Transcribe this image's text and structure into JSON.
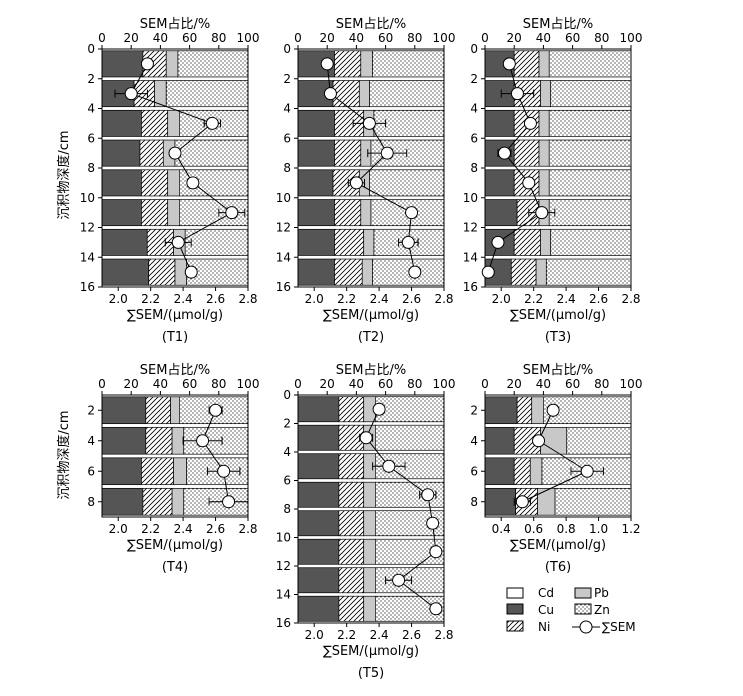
{
  "figure": {
    "y_axis_label": "沉积物深度/cm",
    "top_axis_label": "SEM占比/%",
    "bottom_axis_label": "∑SEM/(μmol/g)"
  },
  "legend": {
    "items": [
      {
        "key": "Cd",
        "label": "Cd"
      },
      {
        "key": "Pb",
        "label": "Pb"
      },
      {
        "key": "Cu",
        "label": "Cu"
      },
      {
        "key": "Zn",
        "label": "Zn"
      },
      {
        "key": "Ni",
        "label": "Ni"
      },
      {
        "key": "sem",
        "label": "∑SEM"
      }
    ]
  },
  "colors": {
    "Cu": "#555555",
    "Ni": "#ffffff",
    "Pb": "#c8c8c8",
    "Zn": "#ffffff",
    "Cd": "#ffffff"
  },
  "chart_data": [
    {
      "type": "bar",
      "id": "T1",
      "caption": "(T1)",
      "xlabel_top": "SEM占比/%",
      "xlabel_bottom": "∑SEM/(μmol/g)",
      "ylabel": "沉积物深度/cm",
      "depth_range": [
        0,
        16
      ],
      "depth_ticks": [
        0,
        2,
        4,
        6,
        8,
        10,
        12,
        14,
        16
      ],
      "percent_range": [
        0,
        100
      ],
      "percent_ticks": [
        0,
        20,
        40,
        60,
        80,
        100
      ],
      "sem_range": [
        1.9,
        2.8
      ],
      "sem_ticks": [
        2.0,
        2.2,
        2.4,
        2.6,
        2.8
      ],
      "depths": [
        1,
        3,
        5,
        7,
        9,
        11,
        13,
        15
      ],
      "series": [
        {
          "name": "Cu",
          "values": [
            28,
            22,
            27,
            26,
            27,
            27,
            31,
            32
          ]
        },
        {
          "name": "Ni",
          "values": [
            16,
            14,
            18,
            16,
            18,
            18,
            18,
            18
          ]
        },
        {
          "name": "Pb",
          "values": [
            8,
            8,
            8,
            8,
            8,
            8,
            8,
            8
          ]
        },
        {
          "name": "Zn",
          "values": [
            48,
            56,
            47,
            50,
            47,
            47,
            43,
            42
          ]
        },
        {
          "name": "Cd",
          "values": [
            0,
            0,
            0,
            0,
            0,
            0,
            0,
            0
          ]
        }
      ],
      "sem": {
        "depths": [
          1,
          3,
          5,
          7,
          9,
          11,
          13,
          15
        ],
        "values": [
          2.18,
          2.08,
          2.58,
          2.35,
          2.46,
          2.7,
          2.37,
          2.45
        ],
        "errors": [
          0.03,
          0.1,
          0.05,
          0.03,
          0.02,
          0.08,
          0.08,
          0.03
        ]
      }
    },
    {
      "type": "bar",
      "id": "T2",
      "caption": "(T2)",
      "xlabel_top": "SEM占比/%",
      "xlabel_bottom": "∑SEM/(μmol/g)",
      "depth_range": [
        0,
        16
      ],
      "depth_ticks": [
        0,
        2,
        4,
        6,
        8,
        10,
        12,
        14,
        16
      ],
      "percent_range": [
        0,
        100
      ],
      "percent_ticks": [
        0,
        20,
        40,
        60,
        80,
        100
      ],
      "sem_range": [
        1.9,
        2.8
      ],
      "sem_ticks": [
        2.0,
        2.2,
        2.4,
        2.6,
        2.8
      ],
      "depths": [
        1,
        3,
        5,
        7,
        9,
        11,
        13,
        15
      ],
      "series": [
        {
          "name": "Cu",
          "values": [
            25,
            24,
            25,
            25,
            24,
            25,
            25,
            25
          ]
        },
        {
          "name": "Ni",
          "values": [
            18,
            18,
            20,
            18,
            18,
            18,
            20,
            19
          ]
        },
        {
          "name": "Pb",
          "values": [
            8,
            7,
            7,
            7,
            7,
            7,
            7,
            7
          ]
        },
        {
          "name": "Zn",
          "values": [
            49,
            51,
            48,
            50,
            51,
            50,
            48,
            49
          ]
        },
        {
          "name": "Cd",
          "values": [
            0,
            0,
            0,
            0,
            0,
            0,
            0,
            0
          ]
        }
      ],
      "sem": {
        "depths": [
          1,
          3,
          5,
          7,
          9,
          11,
          13,
          15
        ],
        "values": [
          2.08,
          2.1,
          2.34,
          2.45,
          2.26,
          2.6,
          2.58,
          2.62
        ],
        "errors": [
          0.02,
          0.02,
          0.1,
          0.12,
          0.05,
          0.02,
          0.06,
          0.02
        ]
      }
    },
    {
      "type": "bar",
      "id": "T3",
      "caption": "(T3)",
      "xlabel_top": "SEM占比/%",
      "xlabel_bottom": "∑SEM/(μmol/g)",
      "depth_range": [
        0,
        16
      ],
      "depth_ticks": [
        0,
        2,
        4,
        6,
        8,
        10,
        12,
        14,
        16
      ],
      "percent_range": [
        0,
        100
      ],
      "percent_ticks": [
        0,
        20,
        40,
        60,
        80,
        100
      ],
      "sem_range": [
        1.9,
        2.8
      ],
      "sem_ticks": [
        2.0,
        2.2,
        2.4,
        2.6,
        2.8
      ],
      "depths": [
        1,
        3,
        5,
        7,
        9,
        11,
        13,
        15
      ],
      "series": [
        {
          "name": "Cu",
          "values": [
            20,
            20,
            20,
            20,
            20,
            22,
            20,
            18
          ]
        },
        {
          "name": "Ni",
          "values": [
            17,
            18,
            17,
            17,
            17,
            15,
            18,
            17
          ]
        },
        {
          "name": "Pb",
          "values": [
            7,
            7,
            7,
            7,
            7,
            7,
            7,
            7
          ]
        },
        {
          "name": "Zn",
          "values": [
            56,
            55,
            56,
            56,
            56,
            56,
            55,
            58
          ]
        },
        {
          "name": "Cd",
          "values": [
            0,
            0,
            0,
            0,
            0,
            0,
            0,
            0
          ]
        }
      ],
      "sem": {
        "depths": [
          1,
          3,
          5,
          7,
          9,
          11,
          13,
          15
        ],
        "values": [
          2.05,
          2.1,
          2.18,
          2.02,
          2.17,
          2.25,
          1.98,
          1.92
        ],
        "errors": [
          0.02,
          0.1,
          0.03,
          0.04,
          0.03,
          0.08,
          0.01,
          0.01
        ]
      }
    },
    {
      "type": "bar",
      "id": "T4",
      "caption": "(T4)",
      "xlabel_top": "SEM占比/%",
      "xlabel_bottom": "∑SEM/(μmol/g)",
      "depth_range": [
        1,
        9
      ],
      "depth_ticks": [
        2,
        4,
        6,
        8
      ],
      "percent_range": [
        0,
        100
      ],
      "percent_ticks": [
        0,
        20,
        40,
        60,
        80,
        100
      ],
      "sem_range": [
        1.9,
        2.8
      ],
      "sem_ticks": [
        2.0,
        2.2,
        2.4,
        2.6,
        2.8
      ],
      "depths": [
        2,
        4,
        6,
        8
      ],
      "series": [
        {
          "name": "Cu",
          "values": [
            30,
            30,
            27,
            28
          ]
        },
        {
          "name": "Ni",
          "values": [
            17,
            18,
            22,
            20
          ]
        },
        {
          "name": "Pb",
          "values": [
            6,
            8,
            9,
            8
          ]
        },
        {
          "name": "Zn",
          "values": [
            47,
            44,
            42,
            44
          ]
        },
        {
          "name": "Cd",
          "values": [
            0,
            0,
            0,
            0
          ]
        }
      ],
      "sem": {
        "depths": [
          2,
          4,
          6,
          8
        ],
        "values": [
          2.6,
          2.52,
          2.65,
          2.68
        ],
        "errors": [
          0.04,
          0.12,
          0.1,
          0.12
        ]
      }
    },
    {
      "type": "bar",
      "id": "T5",
      "caption": "(T5)",
      "xlabel_top": "SEM占比/%",
      "xlabel_bottom": "∑SEM/(μmol/g)",
      "depth_range": [
        0,
        16
      ],
      "depth_ticks": [
        0,
        2,
        4,
        6,
        8,
        10,
        12,
        14,
        16
      ],
      "percent_range": [
        0,
        100
      ],
      "percent_ticks": [
        0,
        20,
        40,
        60,
        80,
        100
      ],
      "sem_range": [
        1.9,
        2.8
      ],
      "sem_ticks": [
        2.0,
        2.2,
        2.4,
        2.6,
        2.8
      ],
      "depths": [
        1,
        3,
        5,
        7,
        9,
        11,
        13,
        15
      ],
      "series": [
        {
          "name": "Cu",
          "values": [
            28,
            28,
            28,
            28,
            28,
            28,
            28,
            28
          ]
        },
        {
          "name": "Ni",
          "values": [
            17,
            17,
            17,
            17,
            17,
            17,
            17,
            17
          ]
        },
        {
          "name": "Pb",
          "values": [
            8,
            8,
            8,
            8,
            8,
            8,
            8,
            8
          ]
        },
        {
          "name": "Zn",
          "values": [
            47,
            47,
            47,
            47,
            47,
            47,
            47,
            47
          ]
        },
        {
          "name": "Cd",
          "values": [
            0,
            0,
            0,
            0,
            0,
            0,
            0,
            0
          ]
        }
      ],
      "sem": {
        "depths": [
          1,
          3,
          5,
          7,
          9,
          11,
          13,
          15
        ],
        "values": [
          2.4,
          2.32,
          2.46,
          2.7,
          2.73,
          2.75,
          2.52,
          2.75
        ],
        "errors": [
          0.02,
          0.04,
          0.1,
          0.05,
          0.02,
          0.01,
          0.08,
          0.01
        ]
      }
    },
    {
      "type": "bar",
      "id": "T6",
      "caption": "(T6)",
      "xlabel_top": "SEM占比/%",
      "xlabel_bottom": "∑SEM/(μmol/g)",
      "depth_range": [
        1,
        9
      ],
      "depth_ticks": [
        2,
        4,
        6,
        8
      ],
      "percent_range": [
        0,
        100
      ],
      "percent_ticks": [
        0,
        20,
        40,
        60,
        80,
        100
      ],
      "sem_range": [
        0.3,
        1.2
      ],
      "sem_ticks": [
        0.4,
        0.6,
        0.8,
        1.0,
        1.2
      ],
      "depths": [
        2,
        4,
        6,
        8
      ],
      "series": [
        {
          "name": "Cu",
          "values": [
            22,
            20,
            20,
            21
          ]
        },
        {
          "name": "Ni",
          "values": [
            10,
            18,
            11,
            15
          ]
        },
        {
          "name": "Pb",
          "values": [
            8,
            18,
            8,
            12
          ]
        },
        {
          "name": "Zn",
          "values": [
            60,
            44,
            61,
            52
          ]
        },
        {
          "name": "Cd",
          "values": [
            0,
            0,
            0,
            0
          ]
        }
      ],
      "sem": {
        "depths": [
          2,
          4,
          6,
          8
        ],
        "values": [
          0.72,
          0.63,
          0.93,
          0.53
        ],
        "errors": [
          0.02,
          0.01,
          0.1,
          0.05
        ]
      }
    }
  ]
}
